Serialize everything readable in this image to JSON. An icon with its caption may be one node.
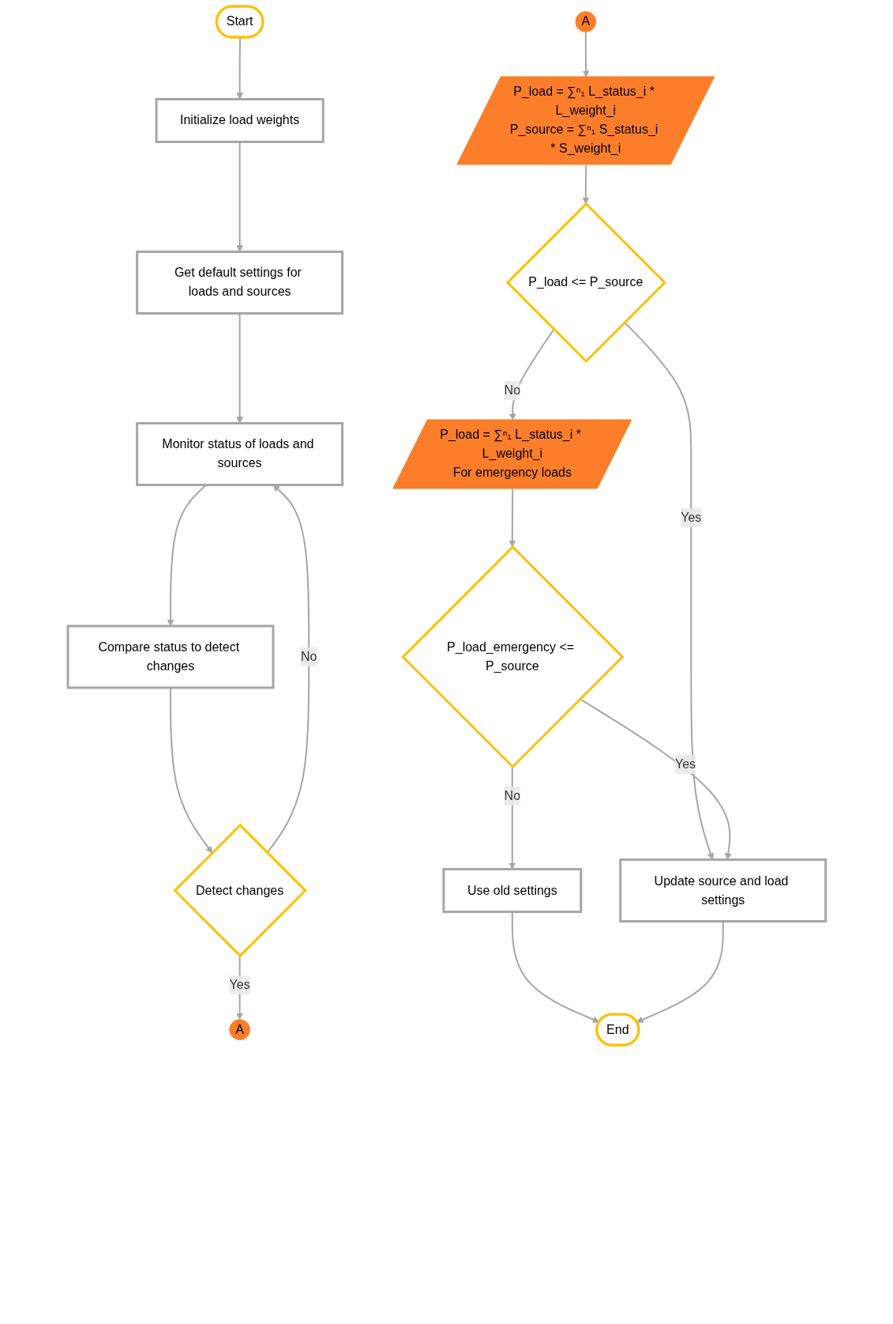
{
  "diagram": {
    "nodes": [
      {
        "text": [
          "Start"
        ]
      },
      {
        "text": [
          "Initialize load weights"
        ]
      },
      {
        "text": [
          "Get default settings for loads and sources"
        ]
      },
      {
        "text": [
          "Monitor status of loads and sources"
        ]
      },
      {
        "text": [
          "Compare status to detect changes"
        ]
      },
      {
        "text": [
          "Detect changes"
        ]
      },
      {
        "text": [
          "A"
        ]
      },
      {
        "text": [
          "A"
        ]
      },
      {
        "text": [
          "P_load = ∑ⁿ₁ L_status_i * L_weight_i",
          "P_source = ∑ⁿ₁ S_status_i * S_weight_i"
        ]
      },
      {
        "text": [
          "P_load <= P_source"
        ]
      },
      {
        "text": [
          "P_load = ∑ⁿ₁ L_status_i * L_weight_i",
          "For emergency loads"
        ]
      },
      {
        "text": [
          "P_load_emergency <= P_source"
        ]
      },
      {
        "text": [
          "Use old settings"
        ]
      },
      {
        "text": [
          "Update source and load settings"
        ]
      },
      {
        "text": [
          "End"
        ]
      }
    ],
    "edges": [
      {
        "from": 0,
        "to": 1,
        "arrow": "to"
      },
      {
        "from": 1,
        "to": 2,
        "arrow": "to"
      },
      {
        "from": 2,
        "to": 3,
        "arrow": "to"
      },
      {
        "from": 3,
        "to": 4,
        "arrow": "to"
      },
      {
        "from": 4,
        "to": 5,
        "arrow": "to"
      },
      {
        "from": 5,
        "to": 3,
        "arrow": "to",
        "label": "No"
      },
      {
        "from": 5,
        "to": 6,
        "arrow": "to",
        "label": "Yes"
      },
      {
        "from": 7,
        "to": 8,
        "arrow": "to"
      },
      {
        "from": 8,
        "to": 9,
        "arrow": "to"
      },
      {
        "from": 9,
        "to": 10,
        "arrow": "to",
        "label": "No"
      },
      {
        "from": 9,
        "to": 13,
        "arrow": "to",
        "label": "Yes"
      },
      {
        "from": 10,
        "to": 11,
        "arrow": "to"
      },
      {
        "from": 11,
        "to": 13,
        "arrow": "to",
        "label": "Yes"
      },
      {
        "from": 11,
        "to": 12,
        "arrow": "to",
        "label": "No"
      },
      {
        "from": 12,
        "to": 14,
        "arrow": "to"
      },
      {
        "from": 13,
        "to": 14,
        "arrow": "to"
      }
    ]
  }
}
